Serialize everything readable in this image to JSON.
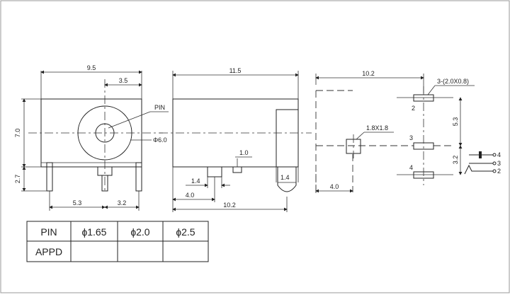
{
  "front_view": {
    "width": "9.5",
    "offset": "3.5",
    "pin_label": "PIN",
    "diameter": "Φ6.0",
    "height": "7.0",
    "leg_height": "2.7",
    "leg_left": "5.3",
    "leg_right": "3.2"
  },
  "side_view": {
    "length": "11.5",
    "tab": "1.0",
    "pin_w": "1.4",
    "pin_w2": "1.4",
    "pin_pos": "4.0",
    "base": "10.2"
  },
  "footprint": {
    "width": "10.2",
    "slot_spec": "3-(2.0X0.8)",
    "square_spec": "1.8X1.8",
    "pin_2": "2",
    "pin_3": "3",
    "pin_4": "4",
    "dim_v1": "5.3",
    "dim_v2": "3.2",
    "dim_h": "4.0",
    "sch_4": "4",
    "sch_3": "3",
    "sch_2": "2"
  },
  "table": {
    "r1c1": "PIN",
    "r1c2": "ɸ1.65",
    "r1c3": "ɸ2.0",
    "r1c4": "ɸ2.5",
    "r2c1": "APPD"
  }
}
